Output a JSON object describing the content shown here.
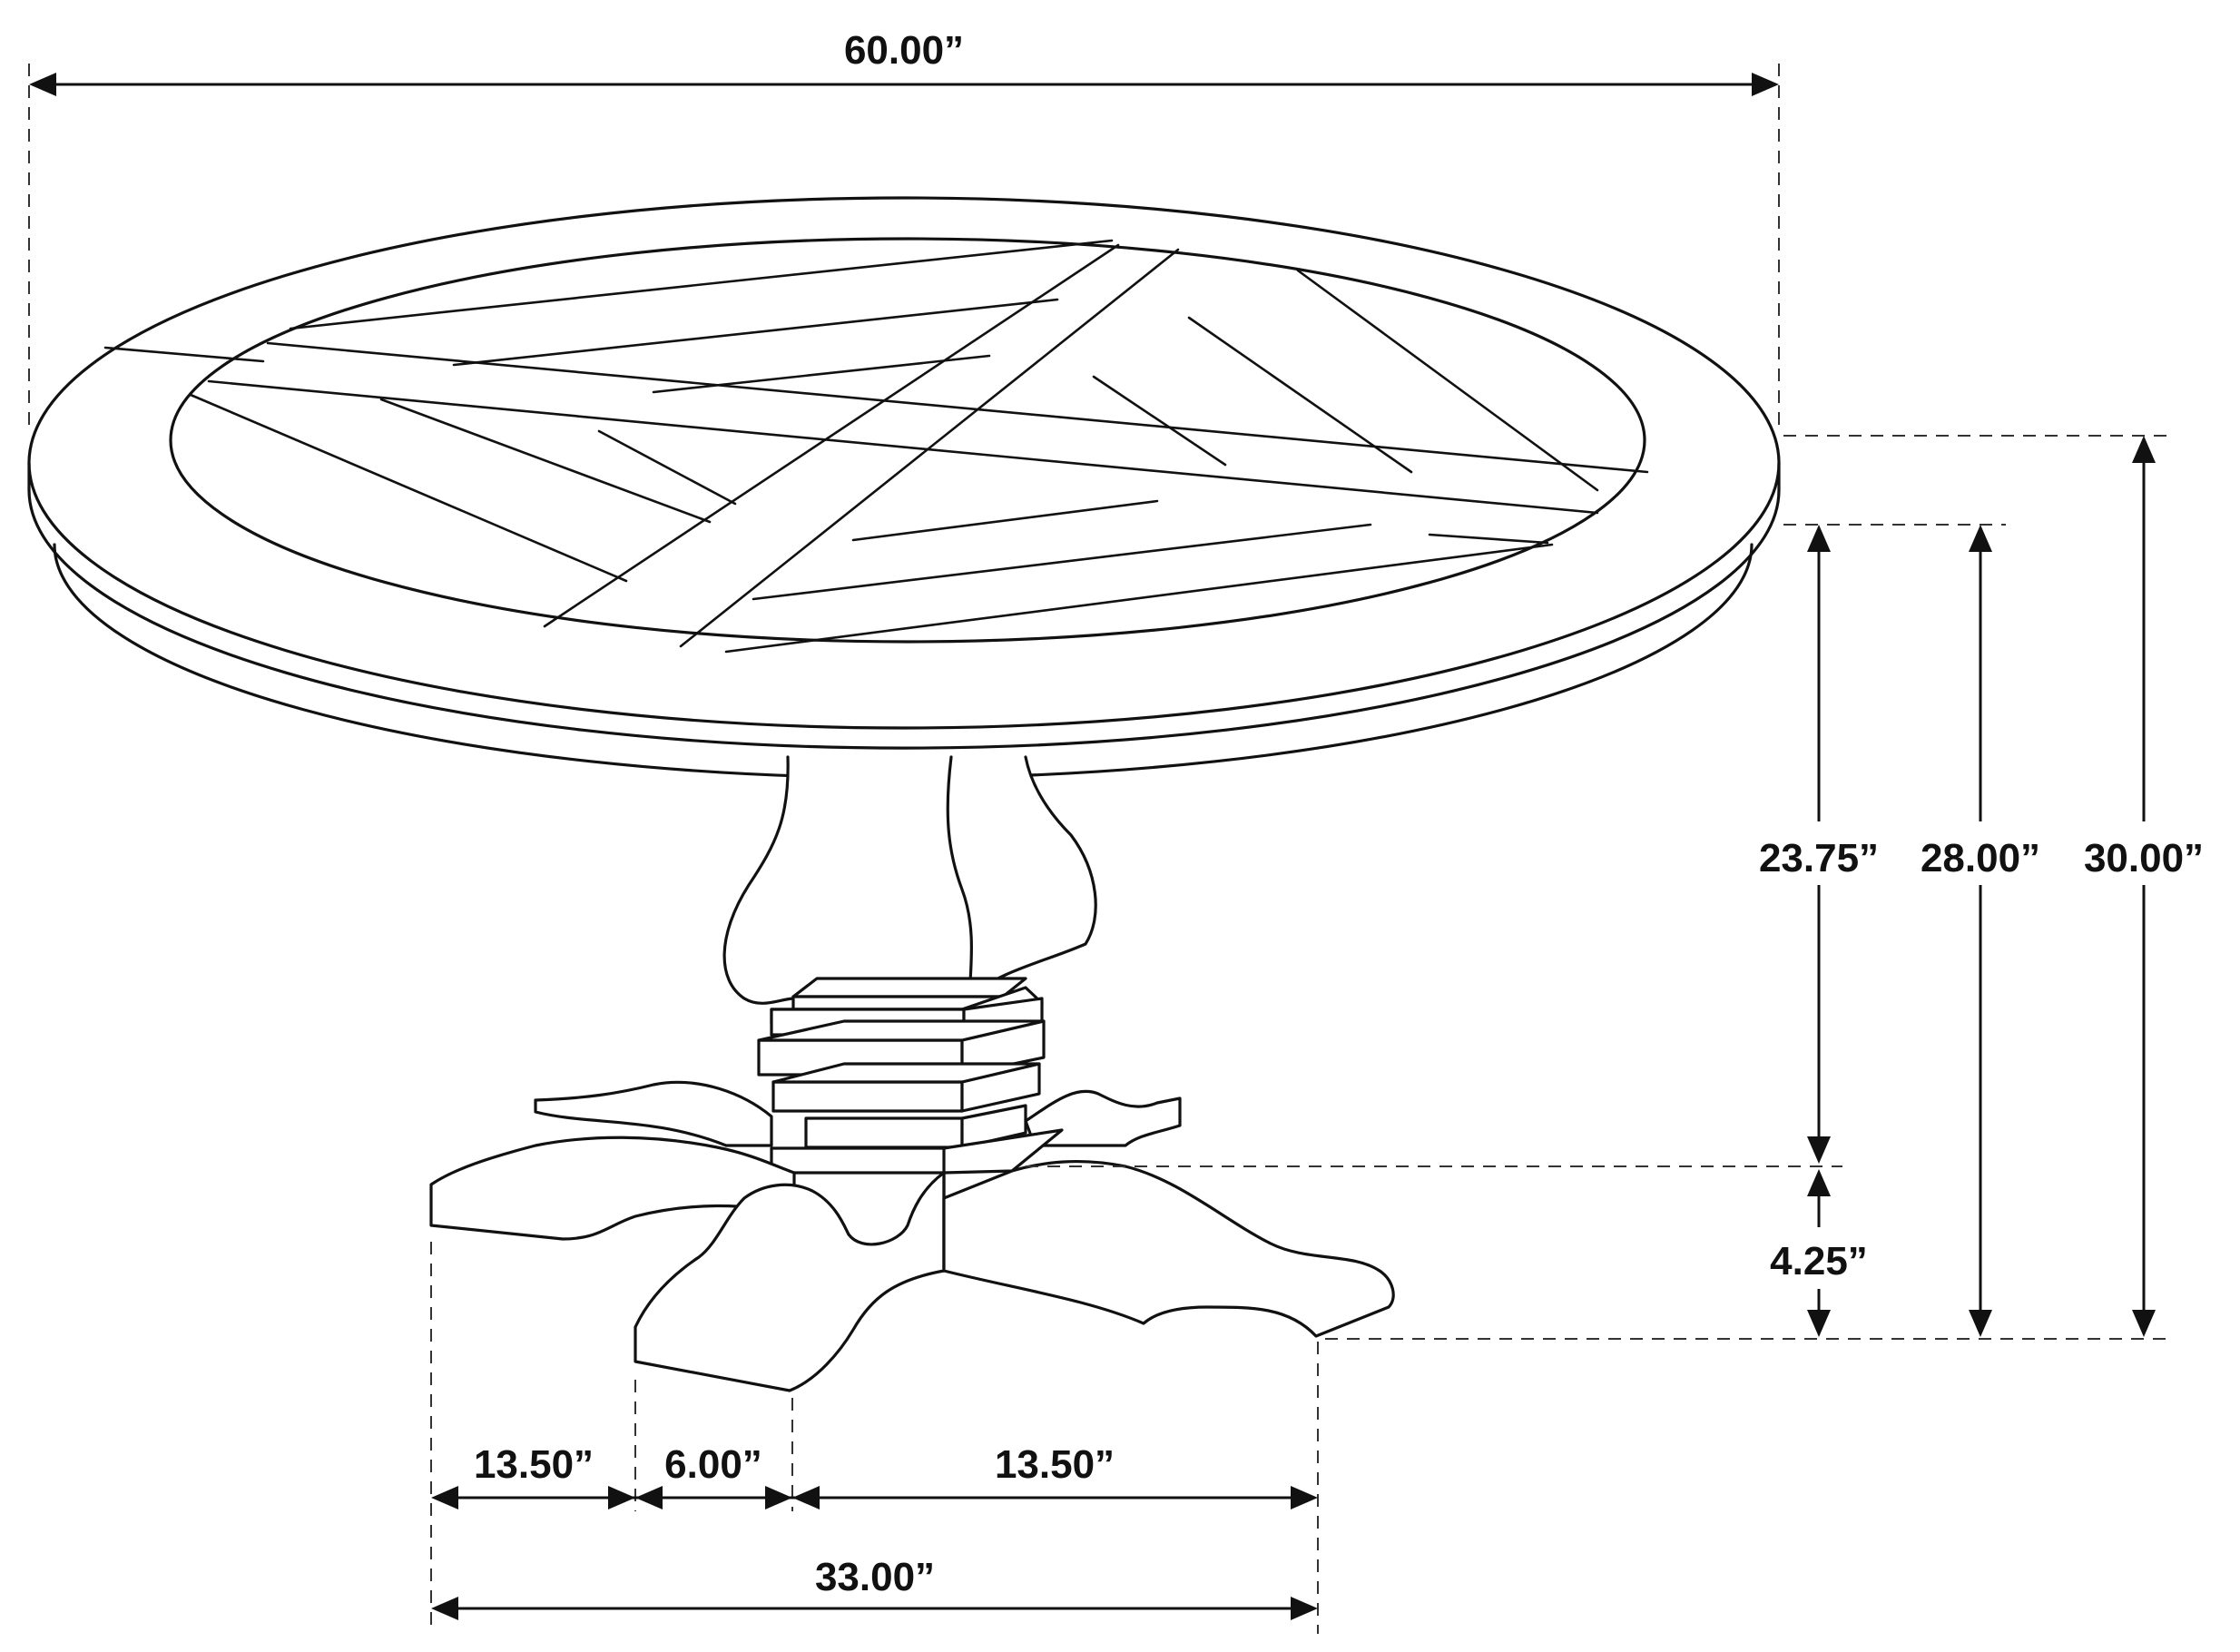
{
  "colors": {
    "line": "#111111",
    "background": "#ffffff"
  },
  "dimensions": {
    "top_width": "60.00”",
    "apron_height": "23.75”",
    "underside_height": "28.00”",
    "overall_height": "30.00”",
    "foot_height": "4.25”",
    "base_left": "13.50”",
    "base_center": "6.00”",
    "base_right": "13.50”",
    "base_total": "33.00”"
  }
}
